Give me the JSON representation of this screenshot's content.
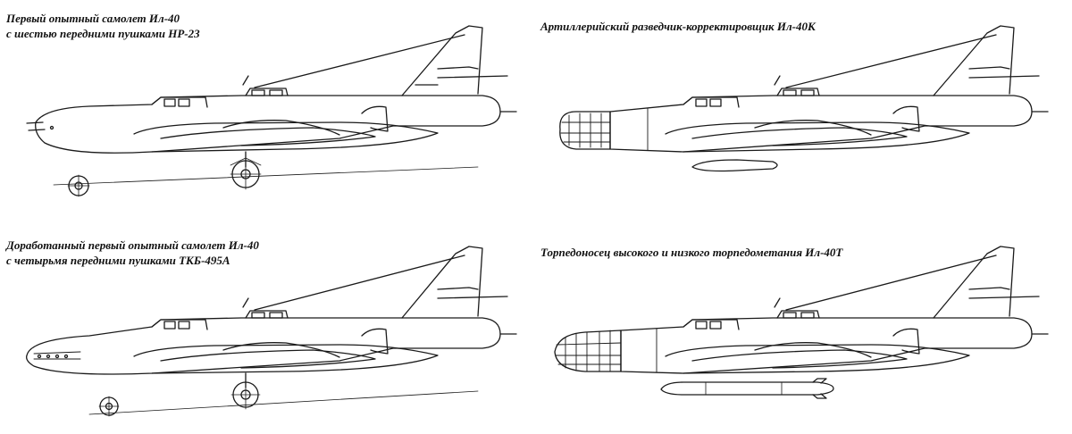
{
  "panels": [
    {
      "id": "il40-first-prototype",
      "caption_lines": [
        "Первый опытный самолет Ил-40",
        "с шестью передними пушками НР-23"
      ],
      "nose": "gun-ports-six",
      "landing_gear": true,
      "underwing_store": "none"
    },
    {
      "id": "il40k",
      "caption_lines": [
        "Артиллерийский разведчик-корректировщик Ил-40К"
      ],
      "nose": "glazed-cockpit",
      "landing_gear": false,
      "underwing_store": "pod"
    },
    {
      "id": "il40-modified-prototype",
      "caption_lines": [
        "Доработанный первый опытный самолет Ил-40",
        "с четырьмя  передними пушками ТКБ-495А"
      ],
      "nose": "gun-ports-four",
      "landing_gear": true,
      "underwing_store": "none"
    },
    {
      "id": "il40t",
      "caption_lines": [
        "Торпедоносец высокого и низкого торпедометания Ил-40Т"
      ],
      "nose": "glazed-cockpit",
      "landing_gear": false,
      "underwing_store": "torpedo"
    }
  ],
  "colors": {
    "line": "#1a1a1a",
    "background": "#ffffff"
  }
}
